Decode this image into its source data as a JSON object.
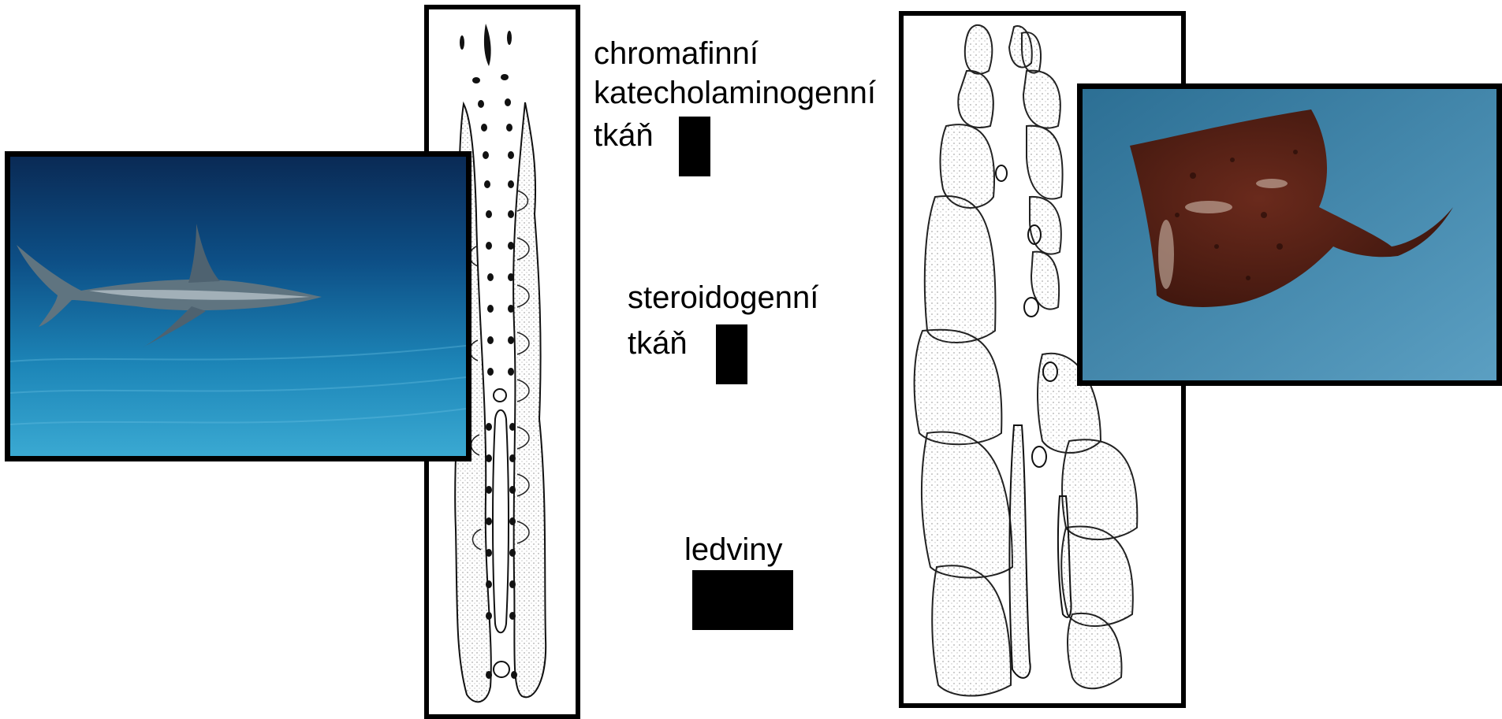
{
  "labels": {
    "chromaffin": {
      "line1": "chromafinní",
      "line2": "katecholaminogenní",
      "line3": "tkáň"
    },
    "steroid": {
      "line1": "steroidogenní",
      "line2": "tkáň"
    },
    "kidney": {
      "line1": "ledviny"
    }
  },
  "legend_colors": {
    "chromaffin": "#000000",
    "steroid": "#000000",
    "kidney": "#000000"
  },
  "icons": {
    "shark_photo": "shark-photo",
    "ray_photo": "ray-photo",
    "shark_kidney_drawing": "shark-adrenal-kidney-drawing",
    "ray_kidney_drawing": "ray-adrenal-kidney-drawing"
  }
}
